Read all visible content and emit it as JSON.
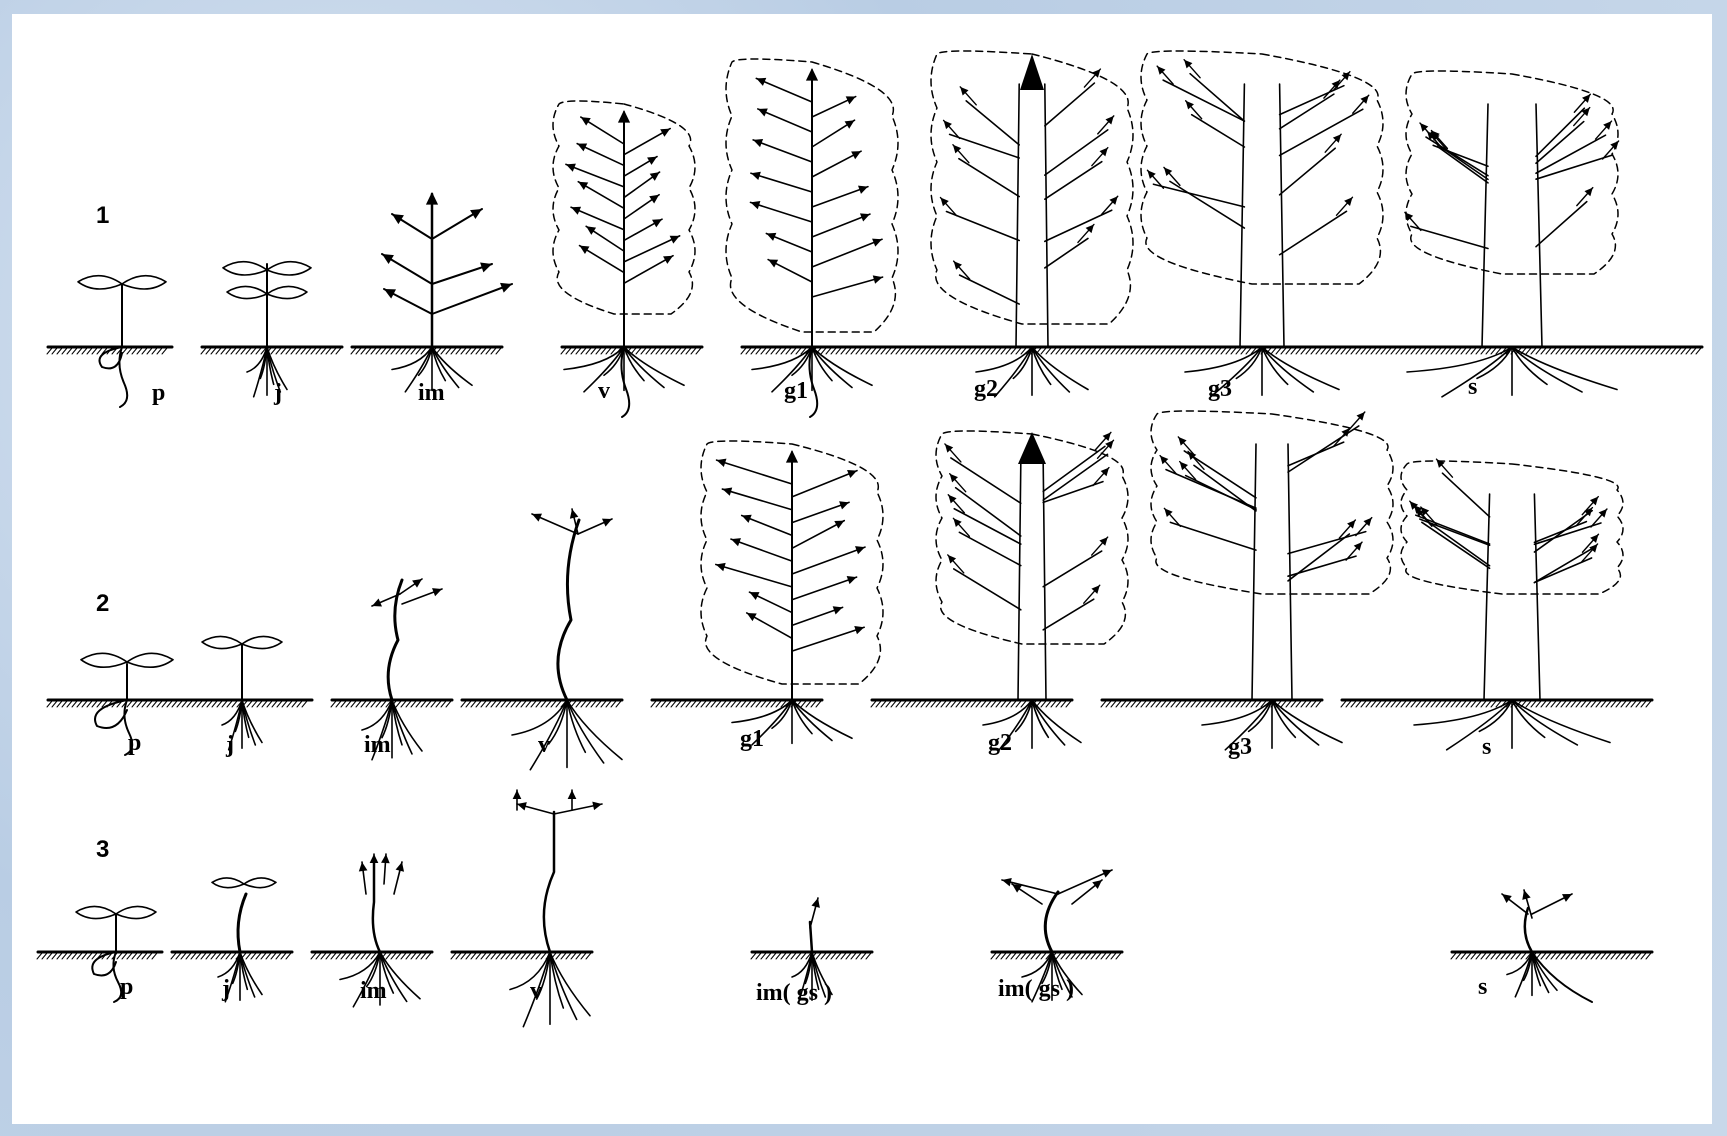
{
  "rows": [
    {
      "number": "1",
      "stages": [
        "p",
        "j",
        "im",
        "v",
        "g1",
        "g2",
        "g3",
        "s"
      ]
    },
    {
      "number": "2",
      "stages": [
        "p",
        "j",
        "im",
        "v",
        "g1",
        "g2",
        "g3",
        "s"
      ]
    },
    {
      "number": "3",
      "stages": [
        "p",
        "j",
        "im",
        "v",
        "im( gs )",
        "im( gs )",
        "s"
      ]
    }
  ],
  "colors": {
    "ink": "#000000",
    "panel": "#ffffff",
    "frame": "#c9d8ea"
  }
}
